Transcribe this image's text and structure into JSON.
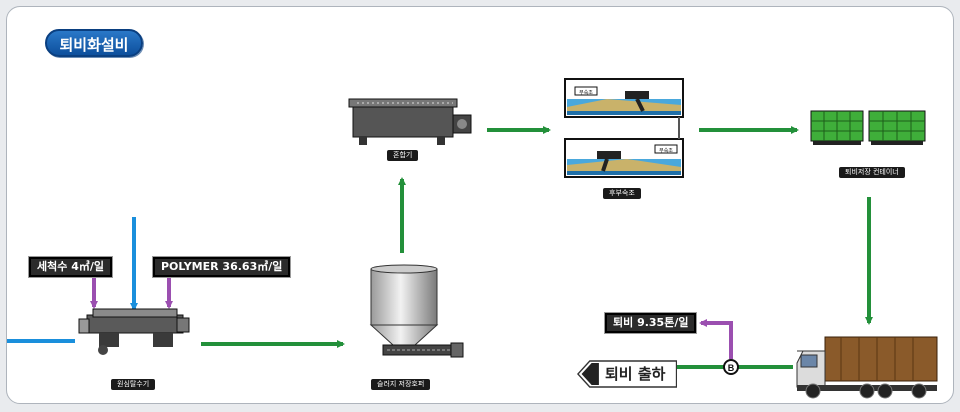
{
  "title": "퇴비화설비",
  "inputs": {
    "wash_water": "세척수 4㎥/일",
    "polymer": "POLYMER 36.63㎥/일"
  },
  "equipment": {
    "centrifuge": "원심탈수기",
    "sludge_hopper": "슬러지 저장호퍼",
    "mixer": "혼합기",
    "fermentation_tank": "후부숙조",
    "fermentation_tank_upper_tag": "부숙조",
    "fermentation_tank_lower_tag": "부숙조",
    "compost_container": "퇴비저장 컨테이너"
  },
  "output": {
    "compost_amount": "퇴비 9.35톤/일",
    "compost_ship": "퇴비 출하",
    "node_marker": "B"
  },
  "colors": {
    "flow_green": "#23903a",
    "water_blue": "#1a8fdc",
    "chemical_purple": "#9b4fb0",
    "title_blue": "#1563b5"
  }
}
